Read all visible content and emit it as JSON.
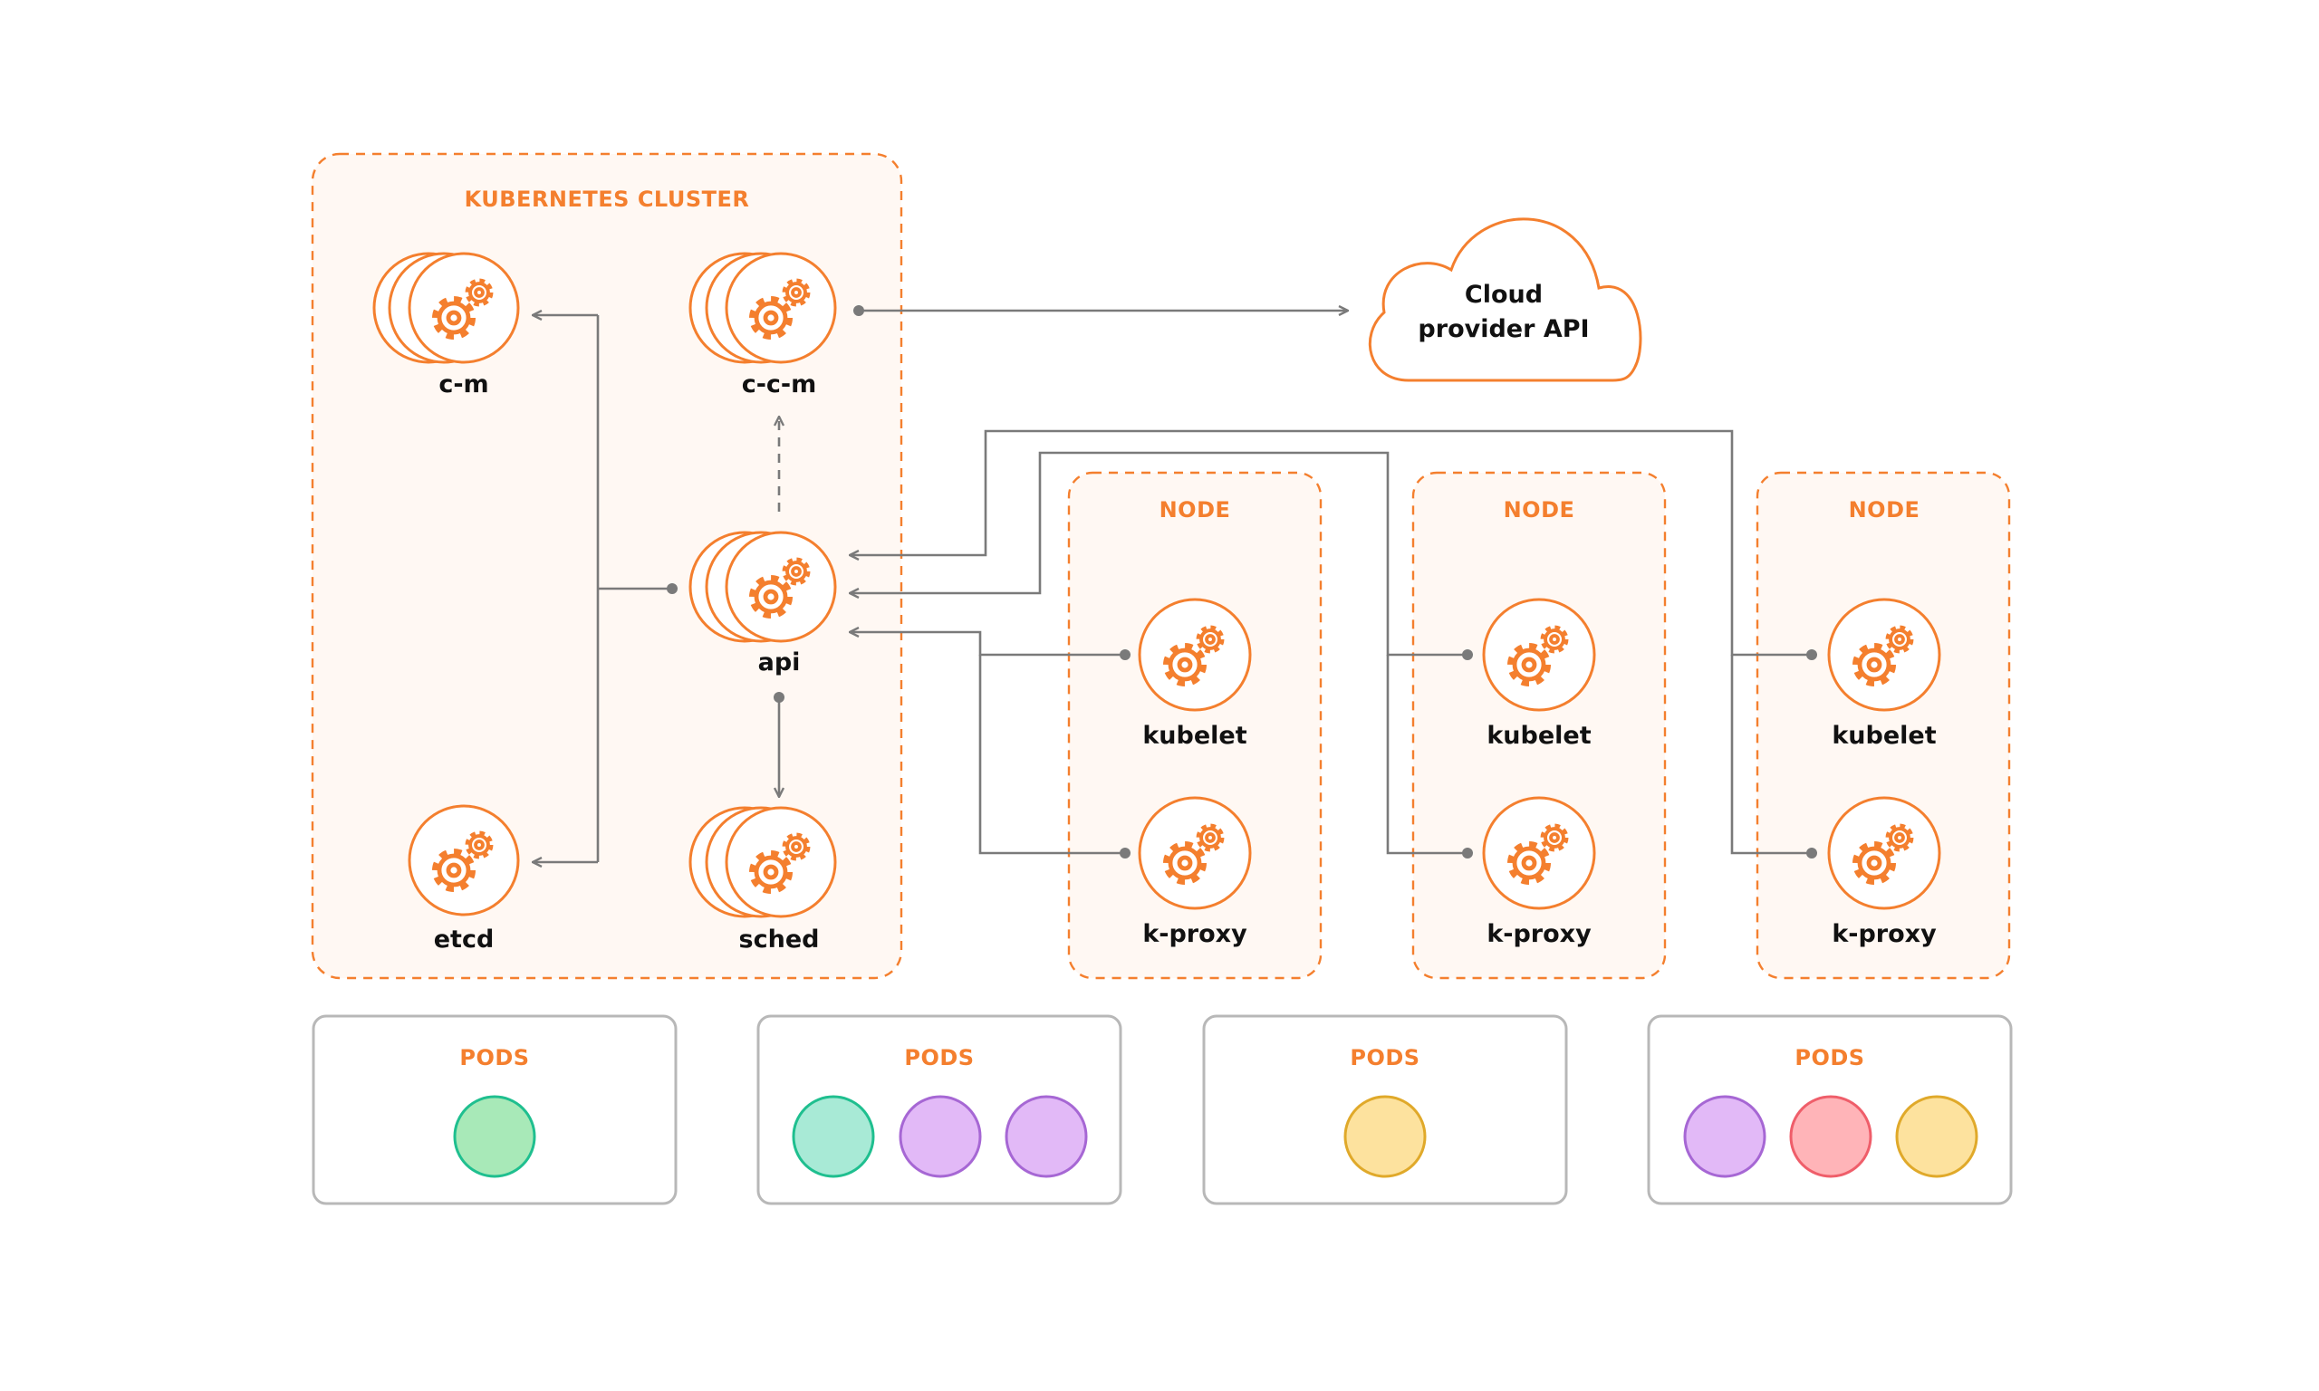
{
  "cluster": {
    "title": "KUBERNETES CLUSTER"
  },
  "components": {
    "cm": "c-m",
    "ccm": "c-c-m",
    "api": "api",
    "etcd": "etcd",
    "sched": "sched"
  },
  "cloud": {
    "line1": "Cloud",
    "line2": "provider API"
  },
  "nodes": [
    {
      "title": "NODE",
      "kubelet": "kubelet",
      "kproxy": "k-proxy"
    },
    {
      "title": "NODE",
      "kubelet": "kubelet",
      "kproxy": "k-proxy"
    },
    {
      "title": "NODE",
      "kubelet": "kubelet",
      "kproxy": "k-proxy"
    }
  ],
  "pods": [
    {
      "title": "PODS",
      "pods": [
        {
          "fill": "#a8e9b8",
          "stroke": "#1fbf8f"
        }
      ]
    },
    {
      "title": "PODS",
      "pods": [
        {
          "fill": "#a8ead6",
          "stroke": "#1fbf8f"
        },
        {
          "fill": "#e2b9f7",
          "stroke": "#a667d4"
        },
        {
          "fill": "#e2b9f7",
          "stroke": "#a667d4"
        }
      ]
    },
    {
      "title": "PODS",
      "pods": [
        {
          "fill": "#fde29e",
          "stroke": "#e0a92a"
        }
      ]
    },
    {
      "title": "PODS",
      "pods": [
        {
          "fill": "#e2b9f7",
          "stroke": "#a667d4"
        },
        {
          "fill": "#ffb4b8",
          "stroke": "#ef5e6a"
        },
        {
          "fill": "#fde29e",
          "stroke": "#e0a92a"
        }
      ]
    }
  ],
  "colors": {
    "accent": "#f47f2e",
    "panel_fill": "#fff8f3",
    "connector": "#7a7a7a",
    "pods_border": "#b8b8b8"
  },
  "icons": {
    "component": "gears-icon",
    "cloud": "cloud-icon"
  }
}
